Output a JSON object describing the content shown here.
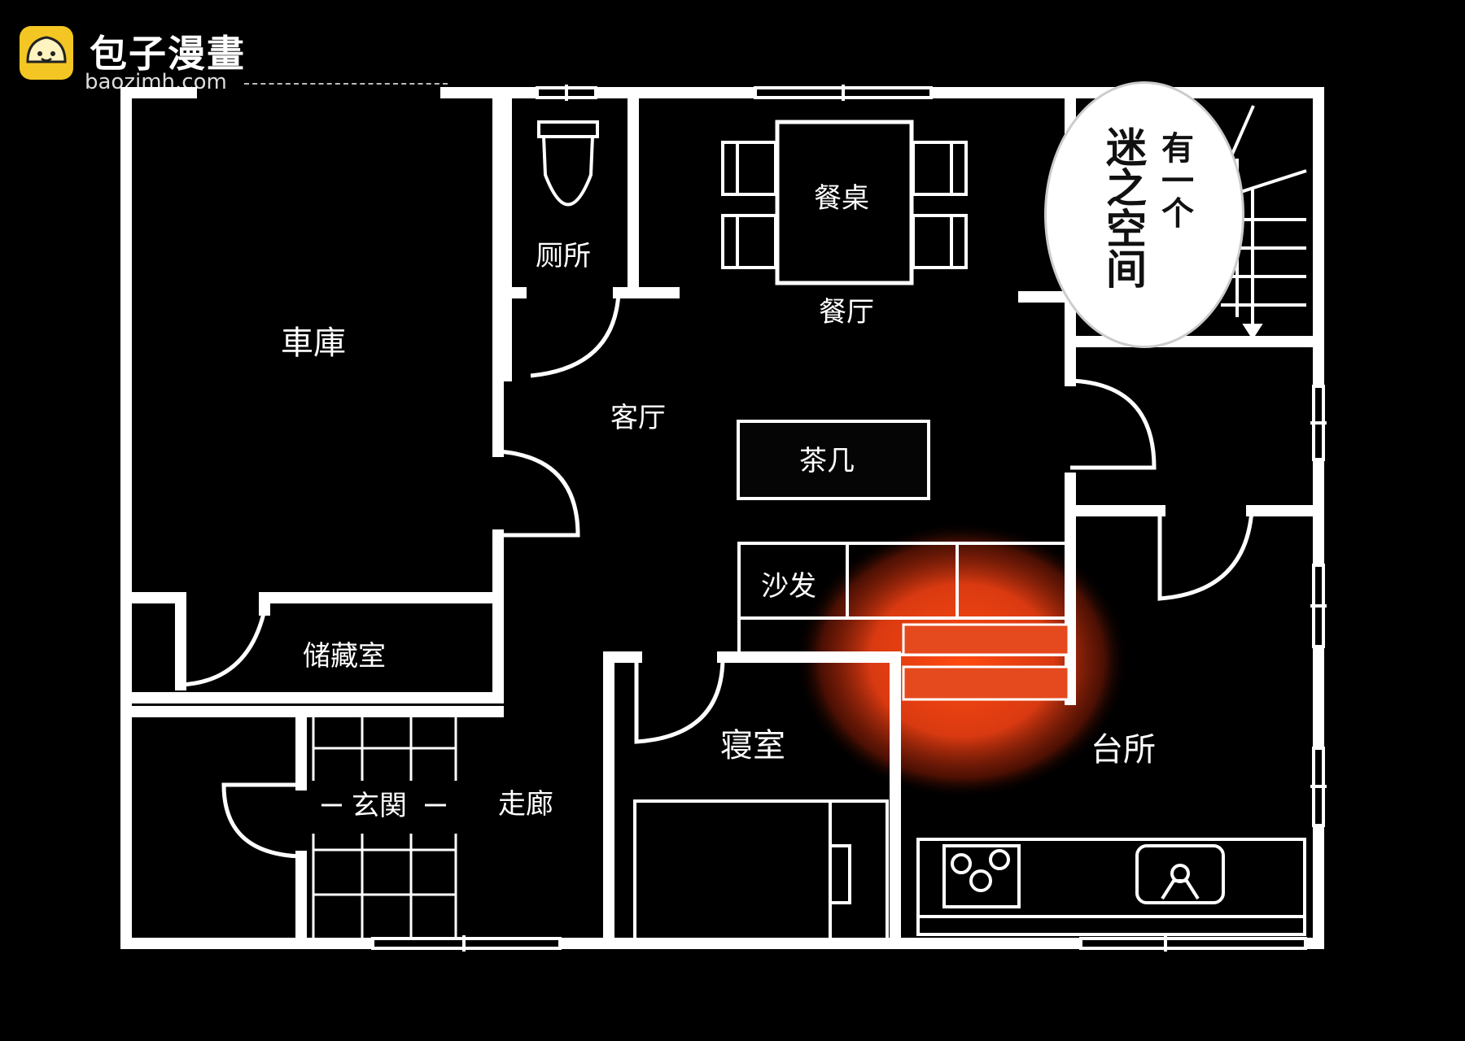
{
  "watermark": {
    "brand": "包子漫畫",
    "site": "baozimh.com",
    "icon": "bun-mascot-icon",
    "icon_color": "#f3c623"
  },
  "bubble": {
    "line1": "有一个",
    "line2": "迷之空间"
  },
  "rooms": {
    "garage": "車庫",
    "toilet": "厕所",
    "dining_table": "餐桌",
    "dining_room": "餐厅",
    "living_room": "客厅",
    "coffee_table": "茶几",
    "sofa": "沙发",
    "storage": "储藏室",
    "entrance": "玄関",
    "corridor": "走廊",
    "bedroom": "寝室",
    "kitchen": "台所"
  },
  "colors": {
    "wall": "#ffffff",
    "background": "#000000",
    "mystery_space": "#e54a1e"
  }
}
